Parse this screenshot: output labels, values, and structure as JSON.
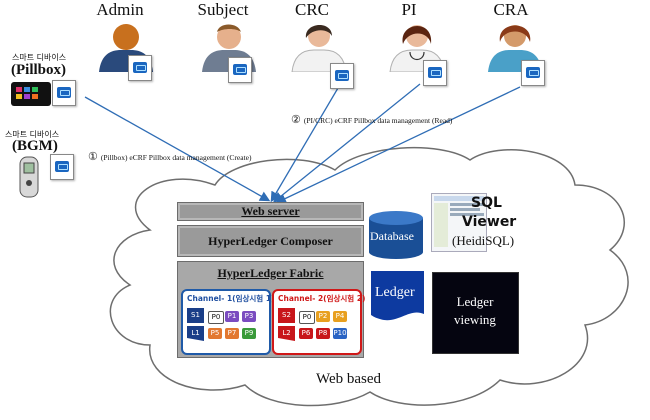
{
  "roles": [
    "Admin",
    "Subject",
    "CRC",
    "PI",
    "CRA"
  ],
  "devices": {
    "pillbox": {
      "small": "스마트 디바이스",
      "big": "(Pillbox)"
    },
    "bgm": {
      "small": "스마트 디바이스",
      "big": "(BGM)"
    }
  },
  "annotations": {
    "read": {
      "num": "②",
      "text": "(PI/CRC) eCRF Pillbox data management (Read)"
    },
    "create": {
      "num": "①",
      "text": "(Pillbox) eCRF Pillbox data management (Create)"
    }
  },
  "layers": {
    "web_server": "Web server",
    "composer": "HyperLedger Composer",
    "fabric": "HyperLedger Fabric"
  },
  "channels": [
    {
      "title": "Channel- 1(임상시험 1)",
      "head": "S1",
      "tail": "L1",
      "row1": [
        "P0",
        "P1",
        "P3"
      ],
      "row2": [
        "P5",
        "P7",
        "P9"
      ]
    },
    {
      "title": "Channel- 2(임상시험 2)",
      "head": "S2",
      "tail": "L2",
      "row1": [
        "P0",
        "P2",
        "P4"
      ],
      "row2": [
        "P6",
        "P8",
        "P10"
      ]
    }
  ],
  "database_label": "Database",
  "ledger_label": "Ledger",
  "ledger_viewing": [
    "Ledger",
    "viewing"
  ],
  "sql_viewer": {
    "title1": "SQL",
    "title2": "Viewer",
    "sub": "(HeidiSQL)"
  },
  "cloud_label": "Web based",
  "colors": {
    "channel1_border": "#1f5aa8",
    "channel2_border": "#d01818",
    "arrow": "#2f6db5",
    "database": "#1a4f96",
    "ledger": "#0d3aa0",
    "viewer_bg": "#050510"
  }
}
